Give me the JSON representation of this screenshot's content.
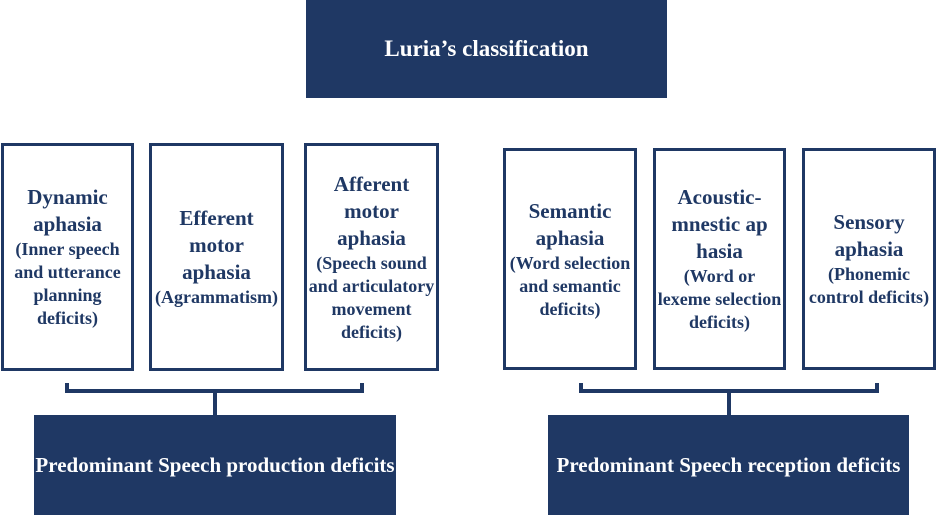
{
  "title": "Luria’s classification",
  "groups": [
    {
      "label": "Predominant Speech production deficits",
      "cards": [
        {
          "name": "Dynamic aphasia",
          "desc": "(Inner speech and utterance planning deficits)"
        },
        {
          "name": "Efferent motor aphasia",
          "desc": "(Agrammatism)"
        },
        {
          "name": "Afferent motor aphasia",
          "desc": "(Speech sound and articulatory movement deficits)"
        }
      ]
    },
    {
      "label": "Predominant Speech reception deficits",
      "cards": [
        {
          "name": "Semantic aphasia",
          "desc": "(Word selection and semantic deficits)"
        },
        {
          "name": "Acoustic-mnestic aphasia",
          "desc": "(Word or lexeme selection deficits)"
        },
        {
          "name": "Sensory aphasia",
          "desc": "(Phonemic control deficits)"
        }
      ]
    }
  ],
  "colors": {
    "primary": "#1f3864",
    "background": "#ffffff"
  }
}
